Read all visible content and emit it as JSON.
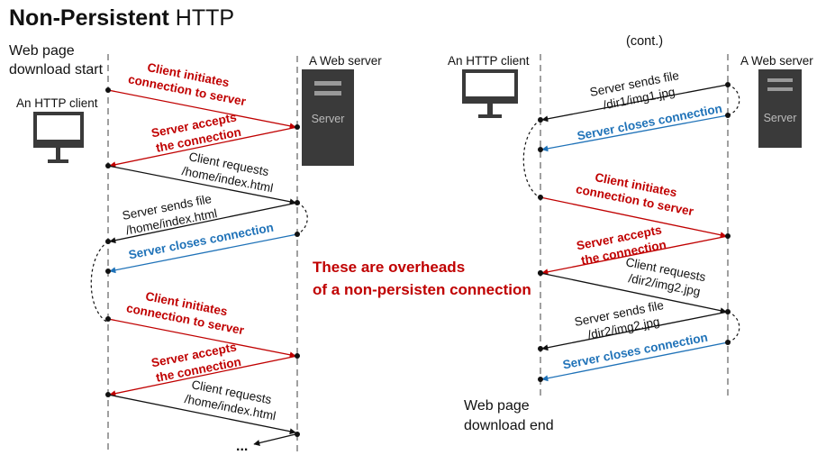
{
  "title": {
    "bold": "Non-Persistent",
    "rest": "HTTP"
  },
  "left": {
    "start_label_line1": "Web page",
    "start_label_line2": "download start",
    "client_label": "An HTTP client",
    "server_label": "A Web server",
    "server_box_text": "Server",
    "ellipsis": "..."
  },
  "right": {
    "cont_label": "(cont.)",
    "client_label": "An HTTP client",
    "server_label": "A Web server",
    "server_box_text": "Server",
    "end_label_line1": "Web page",
    "end_label_line2": "download end"
  },
  "overhead_note": {
    "line1": "These are overheads",
    "line2": "of a non-persisten connection"
  },
  "messages": {
    "l_init1_a": "Client initiates",
    "l_init1_b": "connection to server",
    "l_accept1_a": "Server accepts",
    "l_accept1_b": "the connection",
    "l_req1_a": "Client requests",
    "l_req1_b": "/home/index.html",
    "l_send1_a": "Server sends file",
    "l_send1_b": "/home/index.html",
    "l_close1": "Server closes connection",
    "l_init2_a": "Client initiates",
    "l_init2_b": "connection to server",
    "l_accept2_a": "Server accepts",
    "l_accept2_b": "the connection",
    "l_req2_a": "Client requests",
    "l_req2_b": "/home/index.html",
    "r_send1_a": "Server sends file",
    "r_send1_b": "/dir1/img1.jpg",
    "r_close1": "Server closes connection",
    "r_init_a": "Client initiates",
    "r_init_b": "connection to server",
    "r_accept_a": "Server accepts",
    "r_accept_b": "the connection",
    "r_req_a": "Client requests",
    "r_req_b": "/dir2/img2.jpg",
    "r_send2_a": "Server sends file",
    "r_send2_b": "/dir2/img2.jpg",
    "r_close2": "Server closes connection"
  },
  "colors": {
    "red": "#c00000",
    "blue": "#1f72b8",
    "black": "#111111",
    "lifeline": "#888888",
    "server_box": "#3a3a3a",
    "monitor": "#3a3a3a"
  }
}
